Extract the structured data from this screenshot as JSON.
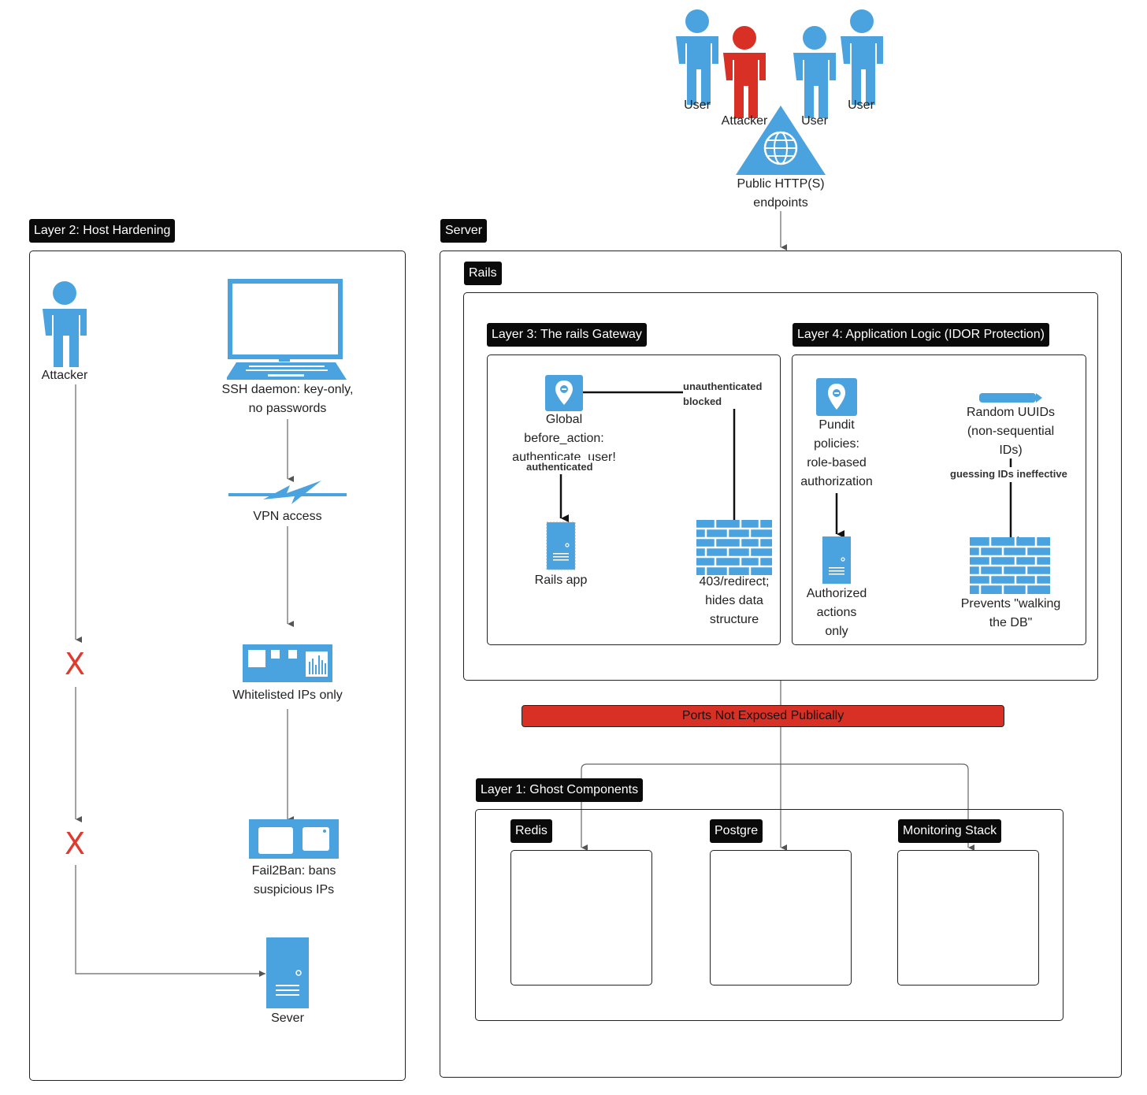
{
  "top": {
    "users": [
      "User",
      "Attacker",
      "User",
      "User"
    ],
    "endpoint_label": "Public HTTP(S)\nendpoints"
  },
  "layer2": {
    "title": "Layer 2: Host Hardening",
    "attacker": "Attacker",
    "ssh": "SSH daemon: key-only,\nno passwords",
    "vpn": "VPN access",
    "whitelist": "Whitelisted IPs only",
    "fail2ban": "Fail2Ban: bans\nsuspicious IPs",
    "server": "Sever",
    "x1": "X",
    "x2": "X"
  },
  "server": {
    "title": "Server",
    "rails": {
      "title": "Rails",
      "layer3": {
        "title": "Layer 3: The rails Gateway",
        "before_action": "Global\nbefore_action:\nauthenticate_user!",
        "authenticated": "authenticated",
        "unauthenticated": "unauthenticated\nblocked",
        "rails_app": "Rails app",
        "blocked_result": "403/redirect;\nhides data\nstructure"
      },
      "layer4": {
        "title": "Layer 4: Application Logic (IDOR Protection)",
        "pundit": "Pundit\npolicies:\nrole-based\nauthorization",
        "authorized": "Authorized\nactions\nonly",
        "uuids": "Random UUIDs\n(non-sequential\nIDs)",
        "guessing": "guessing IDs ineffective",
        "prevents": "Prevents \"walking\nthe DB\""
      }
    },
    "ports_banner": "Ports Not Exposed Publically",
    "layer1": {
      "title": "Layer 1: Ghost Components",
      "components": [
        "Redis",
        "Postgre",
        "Monitoring Stack"
      ]
    }
  },
  "colors": {
    "icon_blue": "#4aa3df",
    "attacker_red": "#d93025",
    "banner_red": "#d93025",
    "x_red": "#e03a2f"
  }
}
